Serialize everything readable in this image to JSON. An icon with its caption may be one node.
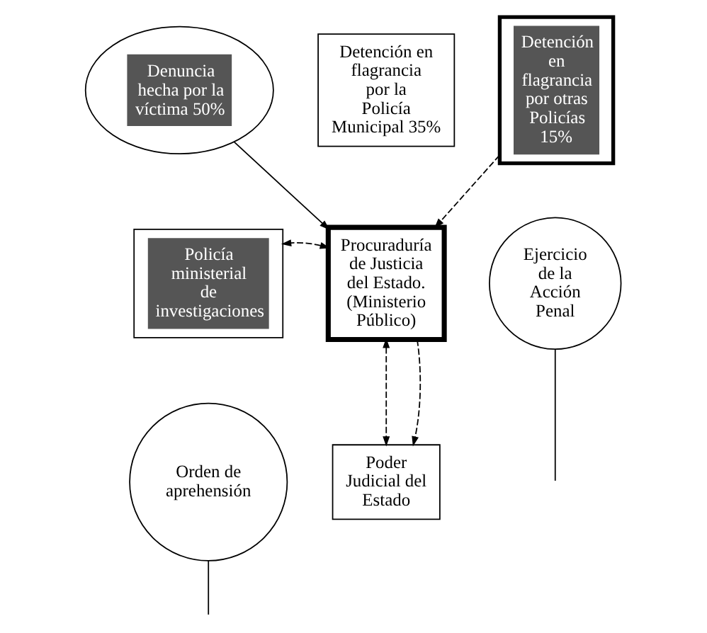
{
  "diagram": {
    "nodes": [
      {
        "text": [
          "Detención en flagrancia por la Policía Municipal 35%"
        ]
      },
      {
        "text": [
          "Denuncia hecha por la víctima 50%"
        ]
      },
      {
        "text": [
          "Detención en flagrancia por otras Policías 15%"
        ]
      },
      {
        "text": [
          "Policía ministerial de investigaciones"
        ]
      },
      {
        "text": [
          "Procuraduría de Justicia del Estado. (Ministerio Público)"
        ]
      },
      {
        "text": [
          "Ejercicio de la Acción Penal"
        ]
      },
      {
        "text": [
          "Poder Judicial del Estado"
        ]
      },
      {
        "text": [
          "Orden de aprehensión"
        ]
      }
    ],
    "edges": [
      {
        "from": 1,
        "to": 4,
        "arrow": "to"
      },
      {
        "from": 2,
        "to": 4,
        "arrow": "to",
        "style": "dashed"
      },
      {
        "from": 4,
        "to": 3,
        "arrow": "both",
        "style": "dashed"
      },
      {
        "from": 4,
        "to": 6,
        "arrow": "both",
        "style": "dashed"
      },
      {
        "from": 4,
        "to": 6,
        "arrow": "to",
        "style": "dashed"
      },
      {
        "from": 5,
        "to": null,
        "arrow": "none"
      },
      {
        "from": 7,
        "to": null,
        "arrow": "none"
      }
    ]
  }
}
